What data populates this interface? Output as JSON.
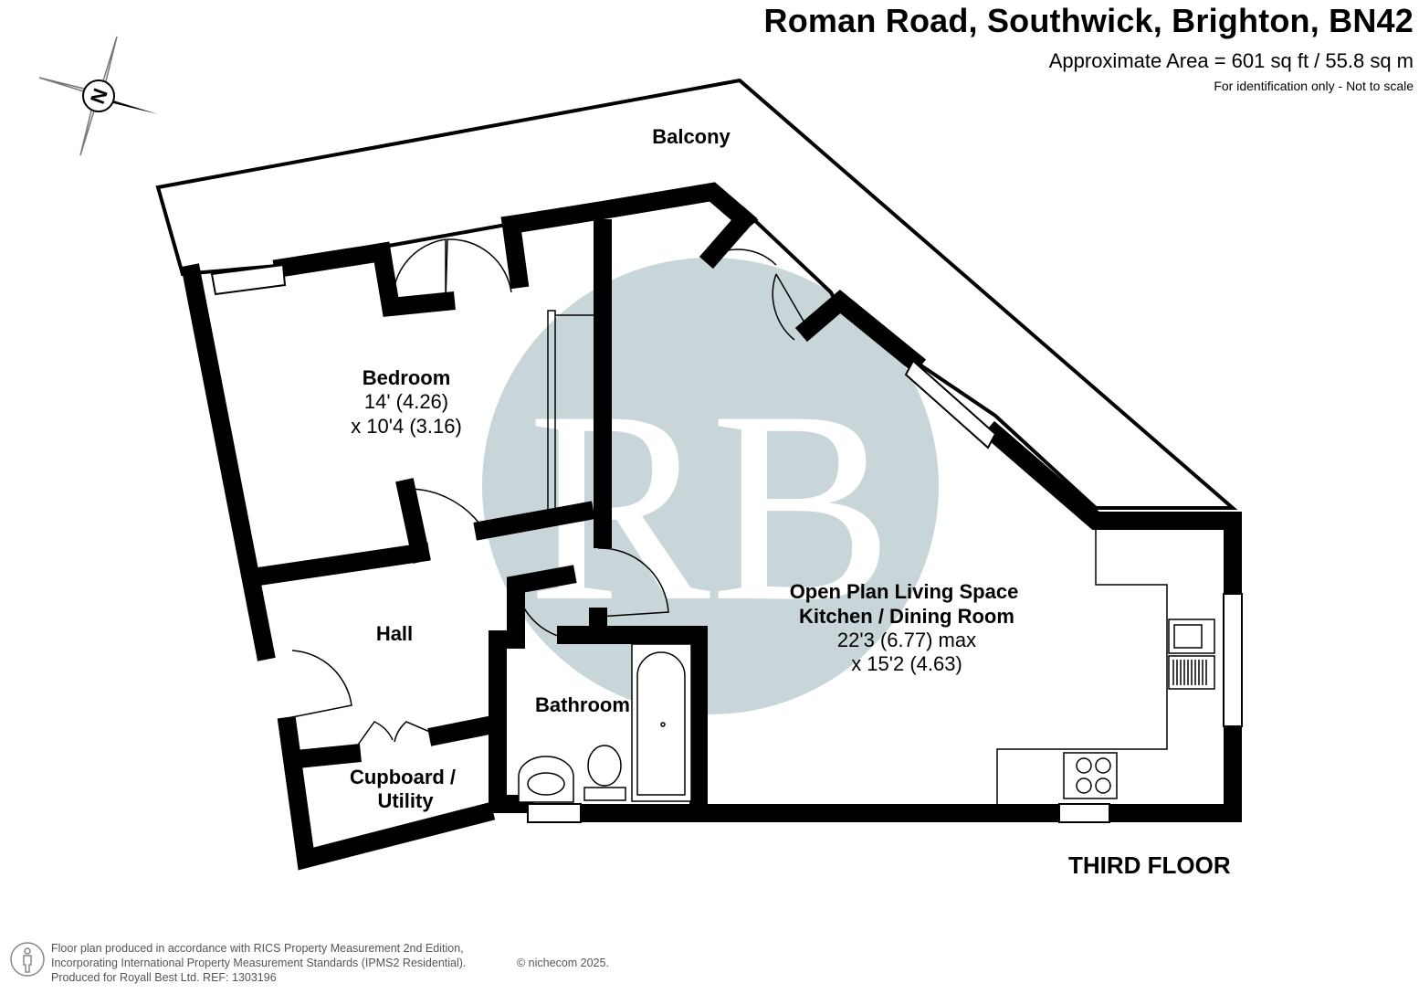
{
  "header": {
    "title": "Roman Road, Southwick, Brighton, BN42",
    "area": "Approximate Area = 601 sq ft / 55.8 sq m",
    "note": "For identification only - Not to scale"
  },
  "compass": {
    "label": "N",
    "icon": "compass-icon"
  },
  "watermark": {
    "text": "RB",
    "color": "#c9d6d9"
  },
  "rooms": {
    "balcony": {
      "name": "Balcony"
    },
    "bedroom": {
      "name": "Bedroom",
      "dim1": "14' (4.26)",
      "dim2": "x 10'4 (3.16)"
    },
    "hall": {
      "name": "Hall"
    },
    "bathroom": {
      "name": "Bathroom"
    },
    "cupboard": {
      "name1": "Cupboard /",
      "name2": "Utility"
    },
    "living": {
      "name1": "Open Plan Living Space",
      "name2": "Kitchen / Dining Room",
      "dim1": "22'3 (6.77) max",
      "dim2": "x 15'2 (4.63)"
    }
  },
  "floor": {
    "name": "THIRD FLOOR"
  },
  "footer": {
    "line1": "Floor plan produced in accordance with RICS Property Measurement 2nd Edition,",
    "line2": "Incorporating International Property Measurement Standards (IPMS2 Residential).",
    "line3": "Produced for Royall Best Ltd.   REF: 1303196",
    "copyright": "© nichecom 2025.",
    "icon": "person-icon"
  }
}
